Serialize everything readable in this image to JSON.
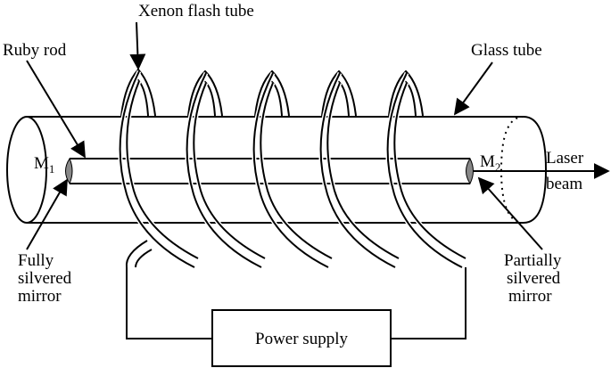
{
  "labels": {
    "xenon_flash_tube": "Xenon flash tube",
    "ruby_rod": "Ruby rod",
    "glass_tube": "Glass tube",
    "m1_base": "M",
    "m1_sub": "1",
    "m2_base": "M",
    "m2_sub": "2",
    "laser_line1": "Laser",
    "laser_line2": "beam",
    "fully_line1": "Fully",
    "fully_line2": "silvered",
    "fully_line3": "mirror",
    "partially_line1": "Partially",
    "partially_line2": "silvered",
    "partially_line3": "mirror",
    "power_supply": "Power supply"
  },
  "colors": {
    "line": "#000000",
    "mirror": "#888888"
  }
}
